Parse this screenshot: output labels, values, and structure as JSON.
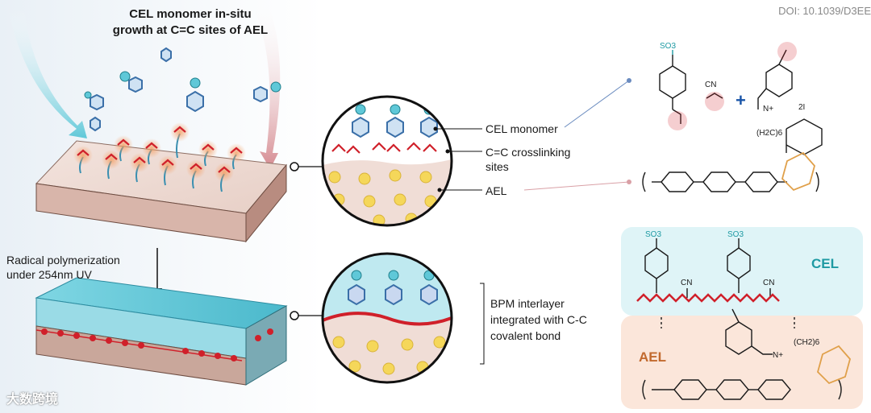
{
  "title_line1": "CEL monomer in-situ",
  "title_line2": "growth at C=C sites of AEL",
  "doi": "DOI: 10.1039/D3EE",
  "labels": {
    "cel_monomer": "CEL monomer",
    "crosslink_line1": "C=C crosslinking",
    "crosslink_line2": "sites",
    "ael": "AEL",
    "radical_line1": "Radical polymerization",
    "radical_line2": "under 254nm UV",
    "bpm_line1": "BPM interlayer",
    "bpm_line2": "integrated with C-C",
    "bpm_line3": "covalent bond"
  },
  "chem": {
    "so3": "SO3",
    "cn": "CN",
    "plus": "+",
    "iodide": "2I",
    "nplus": "N+",
    "chain": "(H2C)6",
    "chain2": "(CH2)6"
  },
  "legend": {
    "cel": "CEL",
    "ael": "AEL"
  },
  "watermark": "大数跨境",
  "colors": {
    "cel_blue": "#1e9aa3",
    "ael_orange": "#c26a2e",
    "crosslink_red": "#d0202a",
    "cation_yellow": "#f5d75a"
  }
}
